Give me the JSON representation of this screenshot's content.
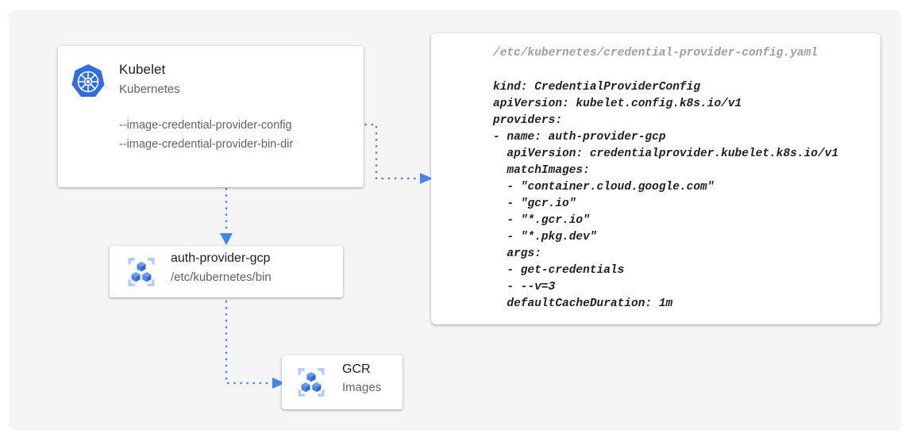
{
  "canvas": {
    "background": "#ffffff",
    "panel_background": "#f5f5f5"
  },
  "colors": {
    "accent_blue": "#4285f4",
    "k8s_blue": "#326ce5",
    "title_text": "#202124",
    "muted_text": "#5f6368",
    "path_text": "#9aa0a6",
    "connector": "#4285f4"
  },
  "nodes": {
    "kubelet": {
      "title": "Kubelet",
      "subtitle": "Kubernetes",
      "icon": "kubernetes-logo-icon",
      "flags": [
        "--image-credential-provider-config",
        "--image-credential-provider-bin-dir"
      ]
    },
    "auth_provider": {
      "title": "auth-provider-gcp",
      "subtitle": "/etc/kubernetes/bin",
      "icon": "container-registry-icon"
    },
    "gcr": {
      "title": "GCR",
      "subtitle": "Images",
      "icon": "container-registry-icon"
    }
  },
  "yaml_card": {
    "path": "/etc/kubernetes/credential-provider-config.yaml",
    "lines": [
      "kind: CredentialProviderConfig",
      "apiVersion: kubelet.config.k8s.io/v1",
      "providers:",
      "- name: auth-provider-gcp",
      "  apiVersion: credentialprovider.kubelet.k8s.io/v1",
      "  matchImages:",
      "  - \"container.cloud.google.com\"",
      "  - \"gcr.io\"",
      "  - \"*.gcr.io\"",
      "  - \"*.pkg.dev\"",
      "  args:",
      "  - get-credentials",
      "  - --v=3",
      "  defaultCacheDuration: 1m"
    ]
  },
  "connectors": [
    {
      "name": "kubelet-config-to-yaml",
      "from": "kubelet-flags",
      "to": "yaml-card",
      "style": "dotted",
      "arrow": "right"
    },
    {
      "name": "kubelet-to-auth-provider",
      "from": "kubelet",
      "to": "auth-provider",
      "style": "dotted",
      "arrow": "down"
    },
    {
      "name": "auth-provider-to-gcr",
      "from": "auth-provider",
      "to": "gcr",
      "style": "dotted",
      "arrow": "right"
    }
  ]
}
